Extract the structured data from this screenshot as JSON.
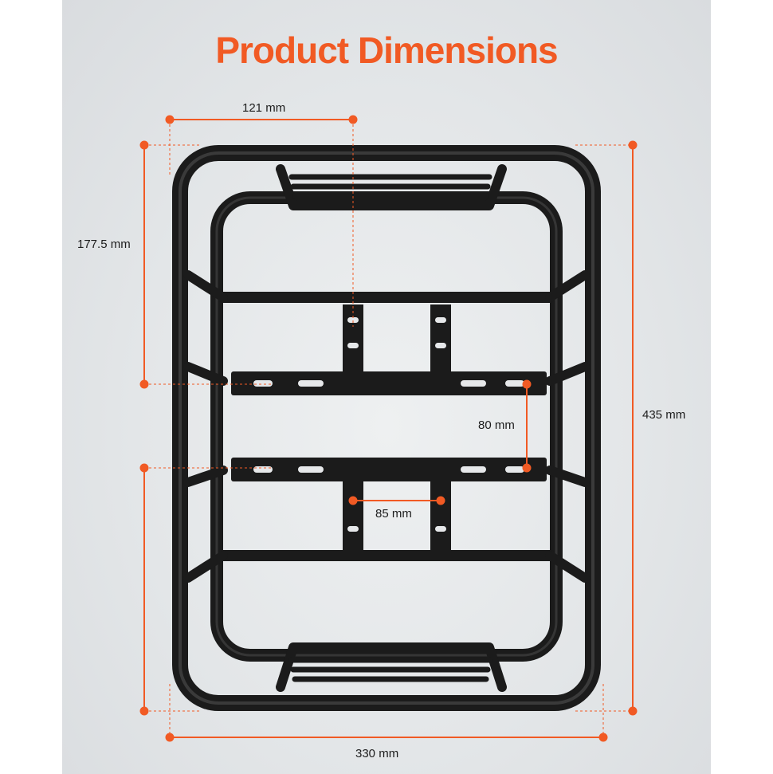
{
  "title": "Product Dimensions",
  "colors": {
    "accent": "#f15a24",
    "rack": "#1b1b1b",
    "text": "#1d1d1d"
  },
  "dimensions": {
    "top_mount_width": "121 mm",
    "top_to_mount_height": "177.5 mm",
    "total_height": "435 mm",
    "mount_slot_spacing": "80 mm",
    "bottom_mount_width": "85 mm",
    "total_width": "330 mm"
  }
}
